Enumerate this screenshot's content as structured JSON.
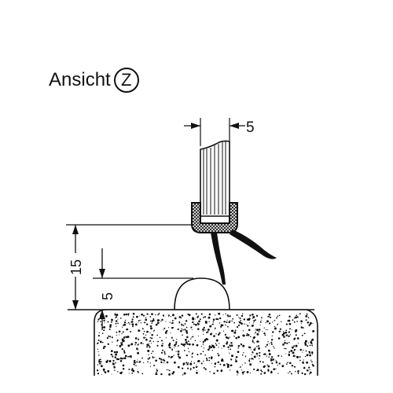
{
  "view": {
    "label": "Ansicht",
    "letter": "Z"
  },
  "dimensions": {
    "top_width": "5",
    "total_height": "15",
    "lower_height": "5"
  },
  "colors": {
    "ink": "#111111",
    "background": "#ffffff"
  }
}
